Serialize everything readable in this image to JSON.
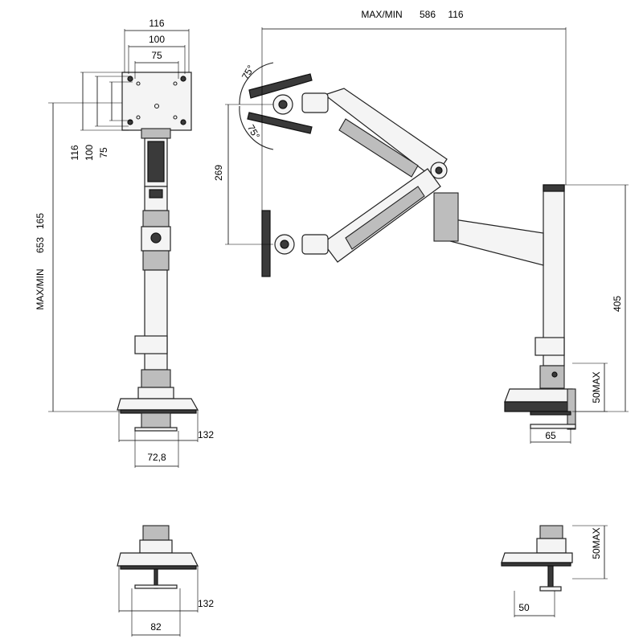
{
  "dims": {
    "maxmin_top": "MAX/MIN",
    "top_max": "586",
    "top_min": "116",
    "vesa_116": "116",
    "vesa_100": "100",
    "vesa_75": "75",
    "vesa_v116": "116",
    "vesa_v100": "100",
    "vesa_v75": "75",
    "maxmin_side": "MAX/MIN",
    "side_max": "653",
    "side_min": "165",
    "tilt_up": "75°",
    "tilt_down": "75°",
    "height_269": "269",
    "pole_405": "405",
    "clamp_50max": "50MAX",
    "depth_132": "132",
    "base_72_8": "72,8",
    "clamp_65": "65",
    "grommet_132": "132",
    "grommet_82": "82",
    "grommet_50max": "50MAX",
    "grommet_50": "50"
  }
}
